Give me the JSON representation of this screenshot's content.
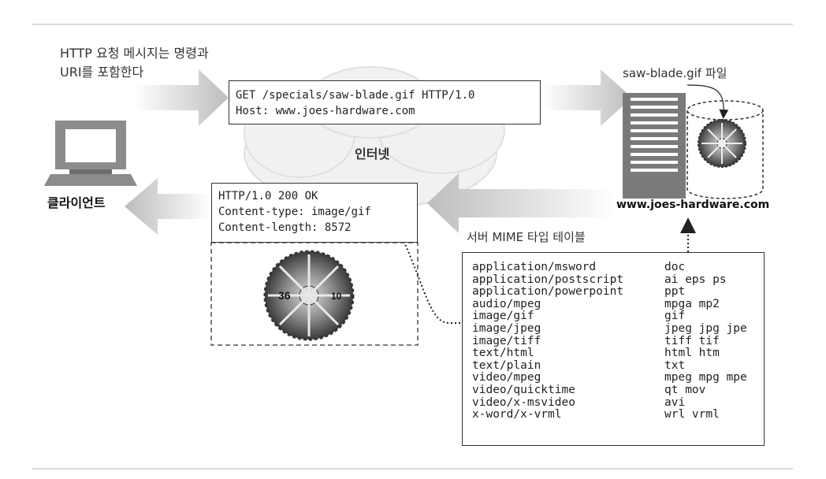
{
  "request_caption_line1": "HTTP 요청 메시지는 명령과",
  "request_caption_line2": "URI를 포함한다",
  "request": {
    "line1": "GET /specials/saw-blade.gif HTTP/1.0",
    "line2": "Host: www.joes-hardware.com"
  },
  "internet_label": "인터넷",
  "client_label": "클라이언트",
  "file_label": "saw-blade.gif 파일",
  "server_host": "www.joes-hardware.com",
  "response": {
    "line1": "HTTP/1.0 200 OK",
    "line2": "Content-type: image/gif",
    "line3": "Content-length: 8572"
  },
  "mime_table_title": "서버 MIME 타입 테이블",
  "mime_table": [
    {
      "type": "application/msword",
      "ext": "doc"
    },
    {
      "type": "application/postscript",
      "ext": "ai eps ps"
    },
    {
      "type": "application/powerpoint",
      "ext": "ppt"
    },
    {
      "type": "audio/mpeg",
      "ext": "mpga mp2"
    },
    {
      "type": "image/gif",
      "ext": "gif"
    },
    {
      "type": "image/jpeg",
      "ext": "jpeg jpg jpe"
    },
    {
      "type": "image/tiff",
      "ext": "tiff tif"
    },
    {
      "type": "text/html",
      "ext": "html htm"
    },
    {
      "type": "text/plain",
      "ext": "txt"
    },
    {
      "type": "video/mpeg",
      "ext": "mpeg mpg mpe"
    },
    {
      "type": "video/quicktime",
      "ext": "qt mov"
    },
    {
      "type": "video/x-msvideo",
      "ext": "avi"
    },
    {
      "type": "x-word/x-vrml",
      "ext": "wrl vrml"
    }
  ],
  "blade_text": {
    "teeth": "36",
    "size": "10"
  },
  "icons": [
    "computer-icon",
    "server-icon",
    "storage-cylinder-icon",
    "saw-blade-icon",
    "cloud-icon"
  ],
  "colors": {
    "arrow": "#c8c8c8",
    "border": "#333333",
    "cloud": "#e6e6e6",
    "computer": "#8c8c8c",
    "server": "#7a7a7a"
  }
}
